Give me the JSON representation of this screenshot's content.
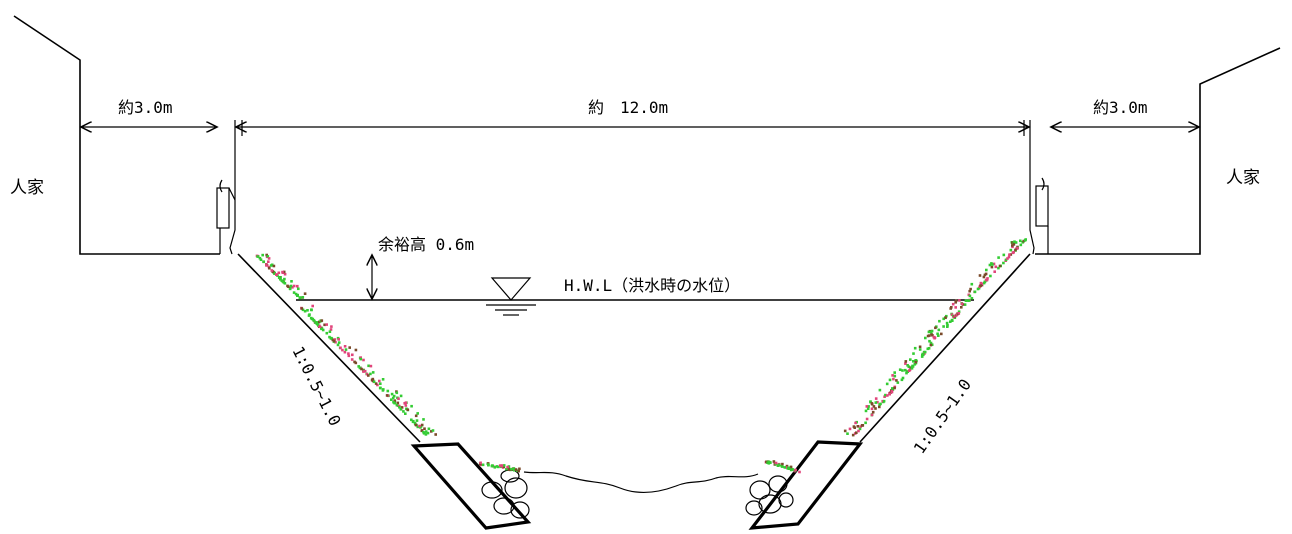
{
  "labels": {
    "house_left": "人家",
    "house_right": "人家",
    "left_berm_width": "約3.0m",
    "channel_width": "約　12.0m",
    "right_berm_width": "約3.0m",
    "freeboard": "余裕高 0.6m",
    "hwl": "H.W.L（洪水時の水位）",
    "slope_left": "1:0.5~1.0",
    "slope_right": "1:0.5~1.0"
  },
  "colors": {
    "line": "#000000",
    "vegetation_green": "#33cc33",
    "vegetation_pink": "#e0457b",
    "vegetation_dark": "#7a4a2a"
  }
}
